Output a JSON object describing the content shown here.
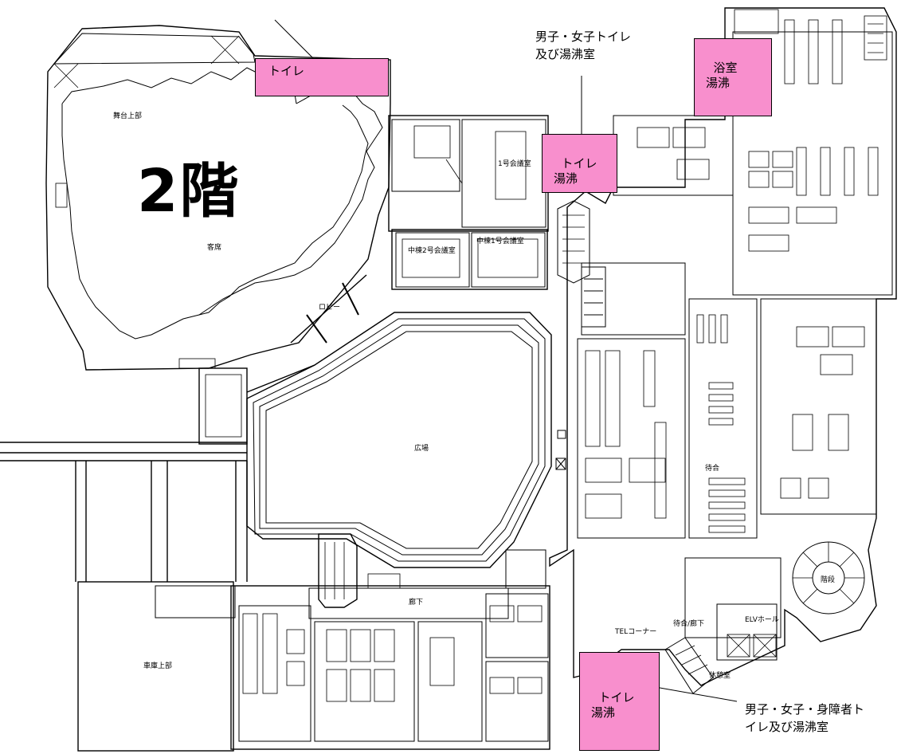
{
  "floor_label": "2階",
  "callouts": {
    "top_center": "男子・女子トイレ\n及び湯沸室",
    "bottom_right": "男子・女子・身障者ト\nイレ及び湯沸室"
  },
  "boxes": {
    "topleft": "トイレ",
    "center": "トイレ\n湯沸",
    "topright": "浴室\n湯沸",
    "bottom": "トイレ\n湯沸"
  },
  "rooms": {
    "stage_upper": "舞台上部",
    "audience": "客席",
    "lobby": "ロビー",
    "plaza": "広場",
    "garage_upper": "車庫上部",
    "mid2": "中棟2号会議室",
    "mid1": "中棟1号会議室",
    "meeting1": "1号会議室",
    "elv_hall": "ELVホール",
    "tel_corner": "TELコーナー",
    "corridor": "廊下",
    "wait_corridor": "待合/廊下",
    "wait": "待合",
    "stairs": "階段",
    "kyukei": "休憩室"
  }
}
